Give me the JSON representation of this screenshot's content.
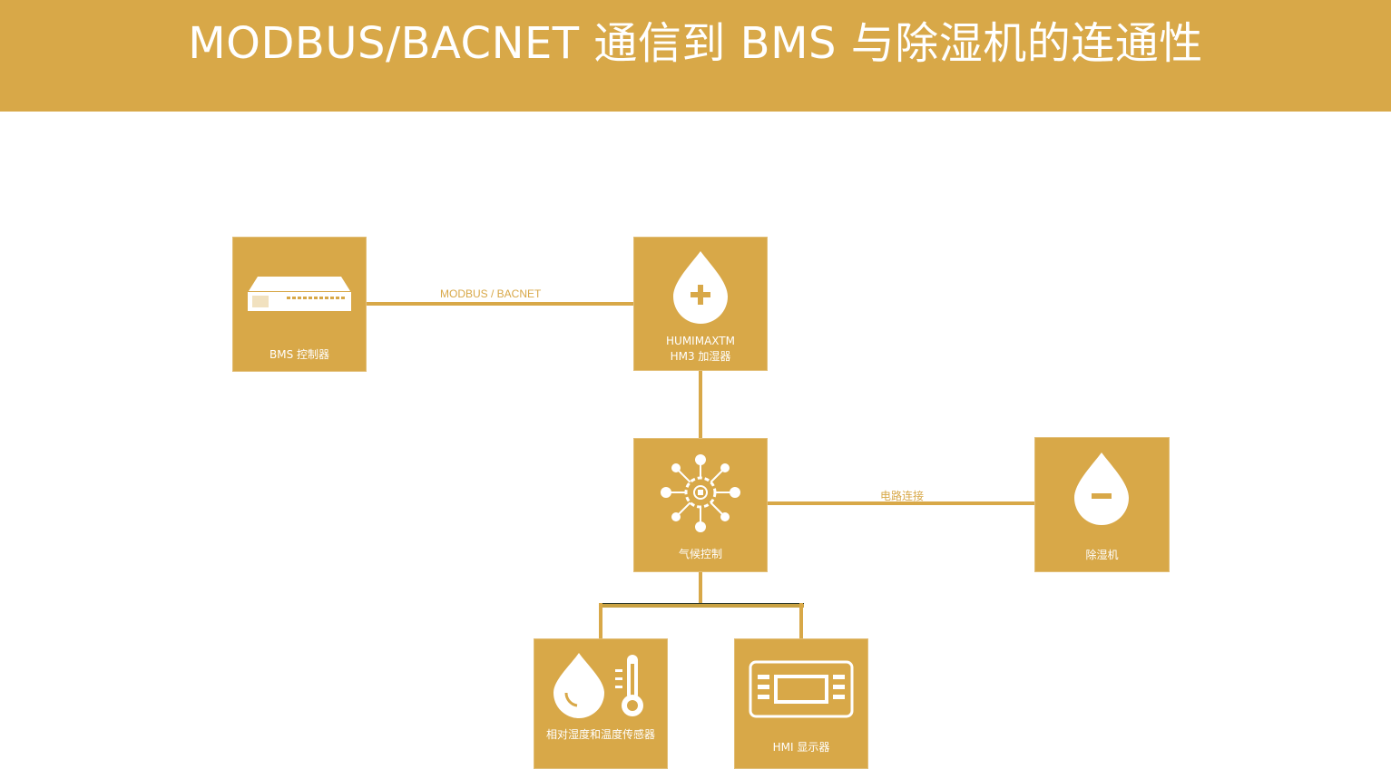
{
  "header": {
    "title": "MODBUS/BACNET 通信到 BMS 与除湿机的连通性"
  },
  "colors": {
    "accent": "#d8a848",
    "text_on_accent": "#ffffff"
  },
  "nodes": {
    "bms": {
      "label": "BMS 控制器",
      "icon": "server-rack-icon"
    },
    "humidifier": {
      "label_line1": "HUMIMAXTM",
      "label_line2": "HM3 加湿器",
      "icon": "water-drop-plus-icon"
    },
    "climate": {
      "label": "气候控制",
      "icon": "network-gear-icon"
    },
    "dehumidifier": {
      "label": "除湿机",
      "icon": "water-drop-minus-icon"
    },
    "sensor": {
      "label": "相对湿度和温度传感器",
      "icon": "humidity-thermometer-icon"
    },
    "hmi": {
      "label": "HMI 显示器",
      "icon": "hmi-display-icon"
    }
  },
  "links": {
    "bms_to_humidifier": "MODBUS / BACNET",
    "climate_to_dehumidifier": "电路连接"
  }
}
